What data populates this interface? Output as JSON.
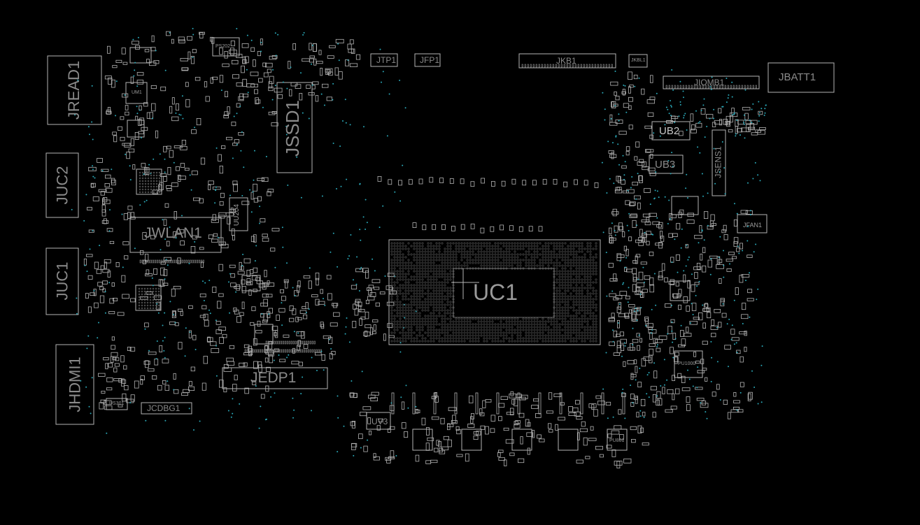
{
  "board": {
    "background": "#000000",
    "outline_color": "#b4b4b4",
    "via_color": "#2aa8b8",
    "text_color": "#8a8a8a"
  },
  "labels": {
    "jread1": "JREAD1",
    "juc2": "JUC2",
    "juc1": "JUC1",
    "jhdmi1": "JHDMI1",
    "jwlan1": "JWLAN1",
    "jssd1": "JSSD1",
    "jedp1": "JEDP1",
    "jcdbg1": "JCDBG1",
    "jtp1": "JTP1",
    "jfp1": "JFP1",
    "jkb1": "JKB1",
    "jiomb1": "JIOMB1",
    "jbatt1": "JBATT1",
    "jsens1": "JSENS1",
    "jfan1": "JFAN1",
    "ub2": "UB2",
    "ub3": "UB3",
    "uc1": "UC1",
    "uv3": "UV3",
    "uu204": "UU204",
    "um1": "UM1",
    "ps202": "PS202",
    "us301": "US301",
    "pu1000": "PU1000",
    "pu801": "PU801",
    "jkbl1": "JKBL1"
  }
}
